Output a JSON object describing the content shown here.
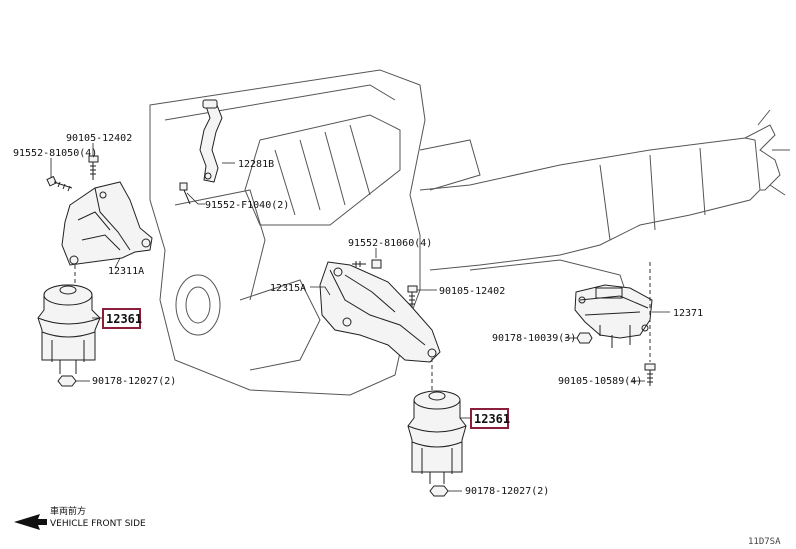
{
  "labels": {
    "bolt_90105_12402_left": "90105-12402",
    "bolt_91552_81050": "91552-81050(4)",
    "hose_12281b": "12281B",
    "bolt_91552_f1040": "91552-F1040(2)",
    "bracket_12311a": "12311A",
    "mount_12361_left": "12361",
    "nut_90178_12027_left": "90178-12027(2)",
    "bolt_91552_81060": "91552-81060(4)",
    "bracket_12315a": "12315A",
    "bolt_90105_12402_right": "90105-12402",
    "mount_12371": "12371",
    "nut_90178_10039": "90178-10039(3)",
    "bolt_90105_10589": "90105-10589(4)",
    "mount_12361_right": "12361",
    "nut_90178_12027_right": "90178-12027(2)"
  },
  "footer": {
    "front_label_cjk": "車両前方",
    "front_label": "VEHICLE FRONT SIDE",
    "figure_code": "11D7SA"
  }
}
